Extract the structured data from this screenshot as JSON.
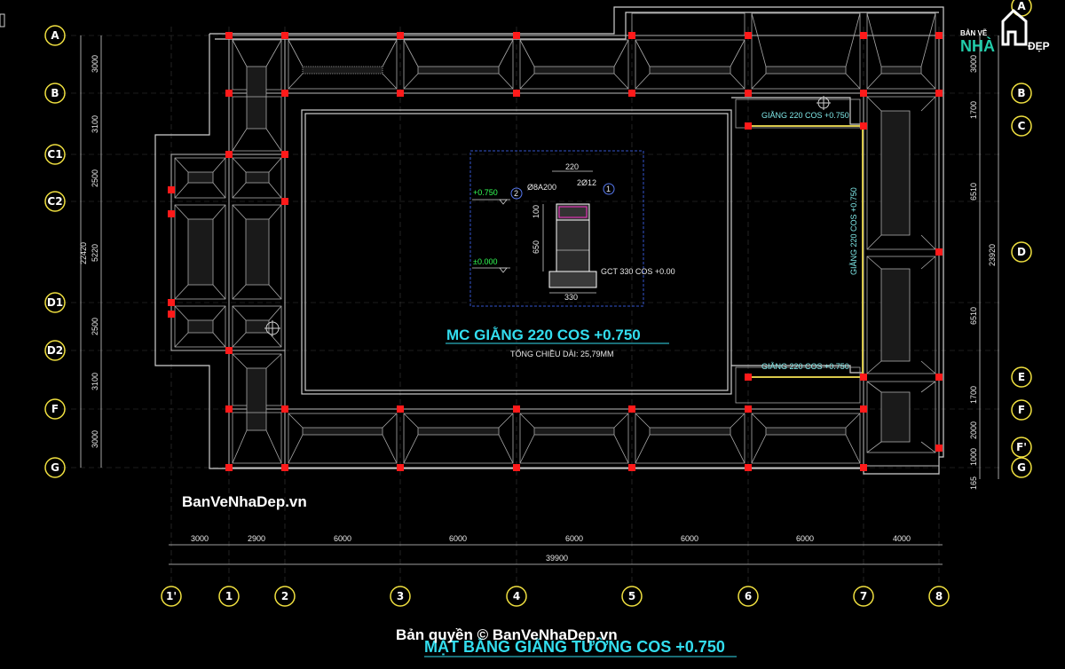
{
  "plan": {
    "title": "MẶT BẰNG GIẰNG TƯỜNG COS +0.750",
    "watermark_mid": "BanVeNhaDep.vn",
    "watermark_copyright": "Bản quyền © BanVeNhaDep.vn"
  },
  "logo": {
    "line1": "BẢN VẼ",
    "word_a": "NHÀ",
    "word_b": "ĐẸP"
  },
  "grid_rows": {
    "left": [
      "A",
      "B",
      "C1",
      "C2",
      "D1",
      "D2",
      "F",
      "G"
    ],
    "right": [
      "A",
      "B",
      "C",
      "D",
      "E",
      "F",
      "F'",
      "G"
    ]
  },
  "grid_cols": [
    "1'",
    "1",
    "2",
    "3",
    "4",
    "5",
    "6",
    "7",
    "8"
  ],
  "dims": {
    "left_segments": [
      "3000",
      "3100",
      "2500",
      "5220",
      "2500",
      "3100",
      "3000"
    ],
    "left_total": "22420",
    "right_segments": [
      "3000",
      "1700",
      "6510",
      "6510",
      "1700",
      "2000",
      "1000",
      "165"
    ],
    "right_total": "23920",
    "bottom_segments": [
      "3000",
      "2900",
      "6000",
      "6000",
      "6000",
      "6000",
      "6000",
      "4000"
    ],
    "bottom_total": "39900"
  },
  "beam_labels": [
    "GIẰNG 220 COS +0.750",
    "GIẰNG 220 COS +0.750",
    "GIẰNG 220 COS +0.750"
  ],
  "section": {
    "title": "MC GIẰNG 220 COS +0.750",
    "subtitle": "TỔNG CHIỀU DÀI: 25,79MM",
    "width": "220",
    "rebar_stirrup": "Ø8A200",
    "rebar_main": "2Ø12",
    "marker_1": "1",
    "marker_2": "2",
    "level_top": "+0.750",
    "level_zero": "±0.000",
    "dim_100": "100",
    "dim_650": "650",
    "footing_note": "GCT 330 COS +0.00",
    "footing_width": "330"
  },
  "colors": {
    "background": "#000000",
    "structure": "#ffffff",
    "columns": "#ff1a1a",
    "grid_bubble": "#f0e040",
    "title": "#33ddee",
    "beam_highlight": "#d8c84a"
  }
}
